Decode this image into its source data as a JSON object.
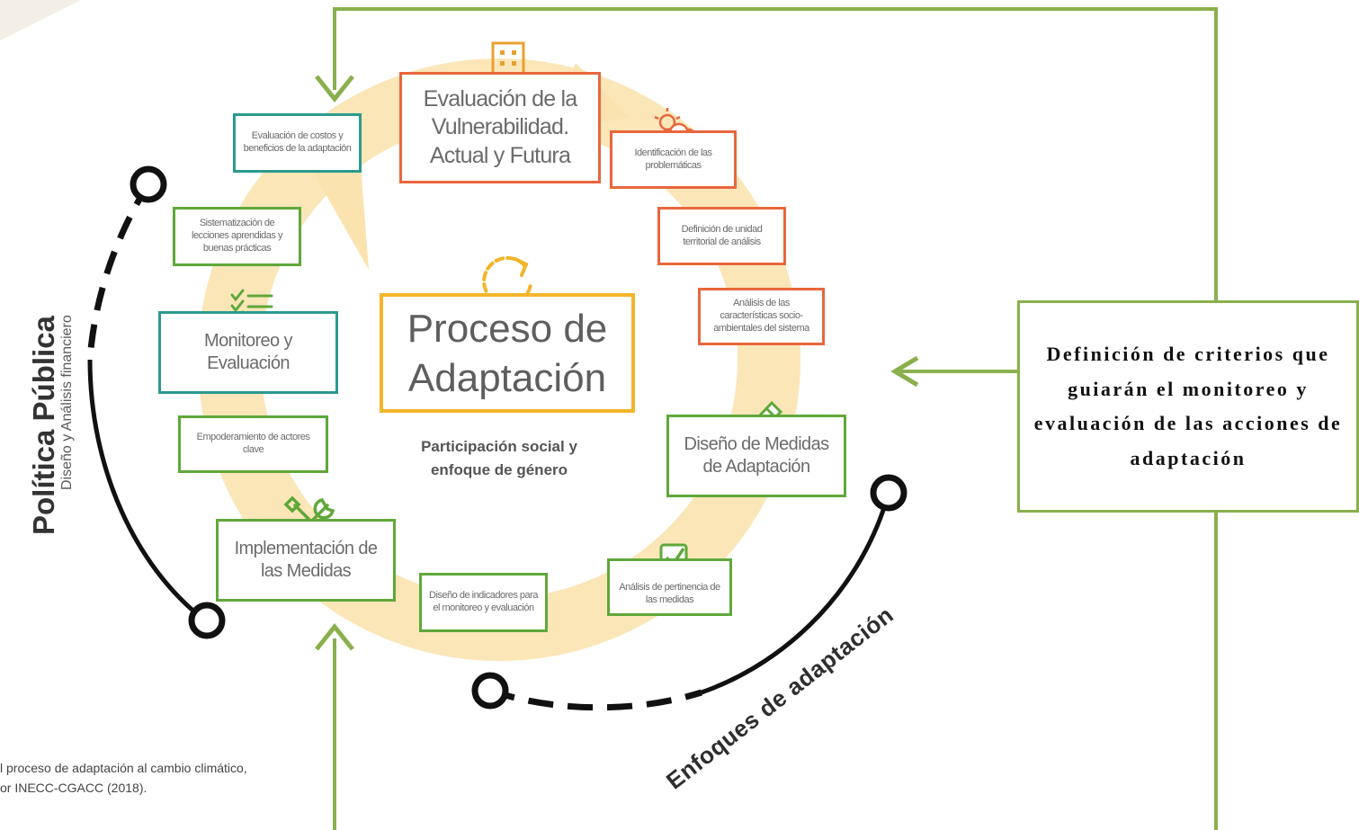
{
  "center": {
    "title_line1": "Proceso de",
    "title_line2": "Adaptación",
    "subtitle_line1": "Participación social y",
    "subtitle_line2": "enfoque de género"
  },
  "stages": {
    "vulnerabilidad": "Evaluación de la Vulnerabilidad. Actual y Futura",
    "diseno_medidas": "Diseño de Medidas de Adaptación",
    "implementacion": "Implementación de las Medidas",
    "monitoreo": "Monitoreo y Evaluación"
  },
  "steps": {
    "identificacion": "Identificación de las problemáticas",
    "definicion_unidad": "Definición de unidad territorial de análisis",
    "analisis_caracteristicas": "Análisis de las características socio-ambientales del sistema",
    "analisis_pertinencia": "Análisis de pertinencia de las medidas",
    "diseno_indicadores": "Diseño de indicadores para el monitoreo y evaluación",
    "empoderamiento": "Empoderamiento de actores clave",
    "sistematizacion": "Sistematización de lecciones aprendidas y buenas prácticas",
    "evaluacion_costos": "Evaluación de costos y beneficios de la adaptación"
  },
  "side_labels": {
    "politica_publica": "Política Pública",
    "politica_sub": "Diseño y Análisis financiero",
    "enfoques": "Enfoques de adaptación"
  },
  "caption": {
    "line1": "l proceso de adaptación al cambio climático,",
    "line2": "or INECC-CGACC (2018)."
  },
  "callout": {
    "text": "Definición de criterios que guiarán el monitoreo y evaluación de las acciones de adaptación"
  },
  "colors": {
    "orange": "#e8673c",
    "teal": "#2b9a8e",
    "green": "#5fa83a",
    "yellow": "#f2b52a",
    "cycle": "#fbe3b0",
    "annotation": "#8ab04d"
  },
  "icons": [
    "building-icon",
    "sun-cloud-icon",
    "pencil-icon",
    "checkbox-icon",
    "tools-icon",
    "checklist-icon",
    "refresh-icon"
  ]
}
